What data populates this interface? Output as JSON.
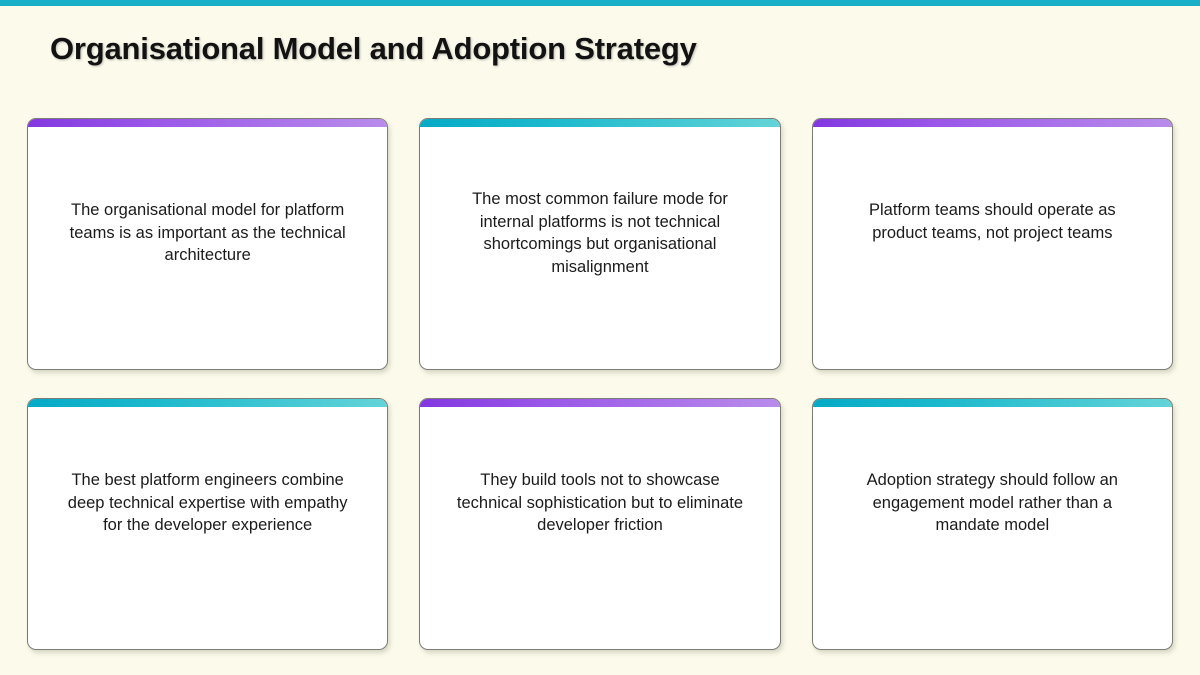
{
  "slide": {
    "title": "Organisational Model and Adoption Strategy",
    "background_color": "#fcfaea",
    "top_strip_color": "#17b0c8"
  },
  "accents": {
    "purple": "#8338e0",
    "purple_light": "#b98ceb",
    "teal": "#06aac6",
    "teal_light": "#63d4d8"
  },
  "cards": [
    {
      "text": "The organisational model for platform teams is as important as the technical architecture",
      "accent": "purple"
    },
    {
      "text": "The most common failure mode for internal platforms is not technical shortcomings but organisational misalignment",
      "accent": "teal"
    },
    {
      "text": "Platform teams should operate as product teams, not project teams",
      "accent": "purple"
    },
    {
      "text": "The best platform engineers combine deep technical expertise with empathy for the developer experience",
      "accent": "teal"
    },
    {
      "text": "They build tools not to showcase technical sophistication but to eliminate developer friction",
      "accent": "purple"
    },
    {
      "text": "Adoption strategy should follow an engagement model rather than a mandate model",
      "accent": "teal"
    }
  ]
}
